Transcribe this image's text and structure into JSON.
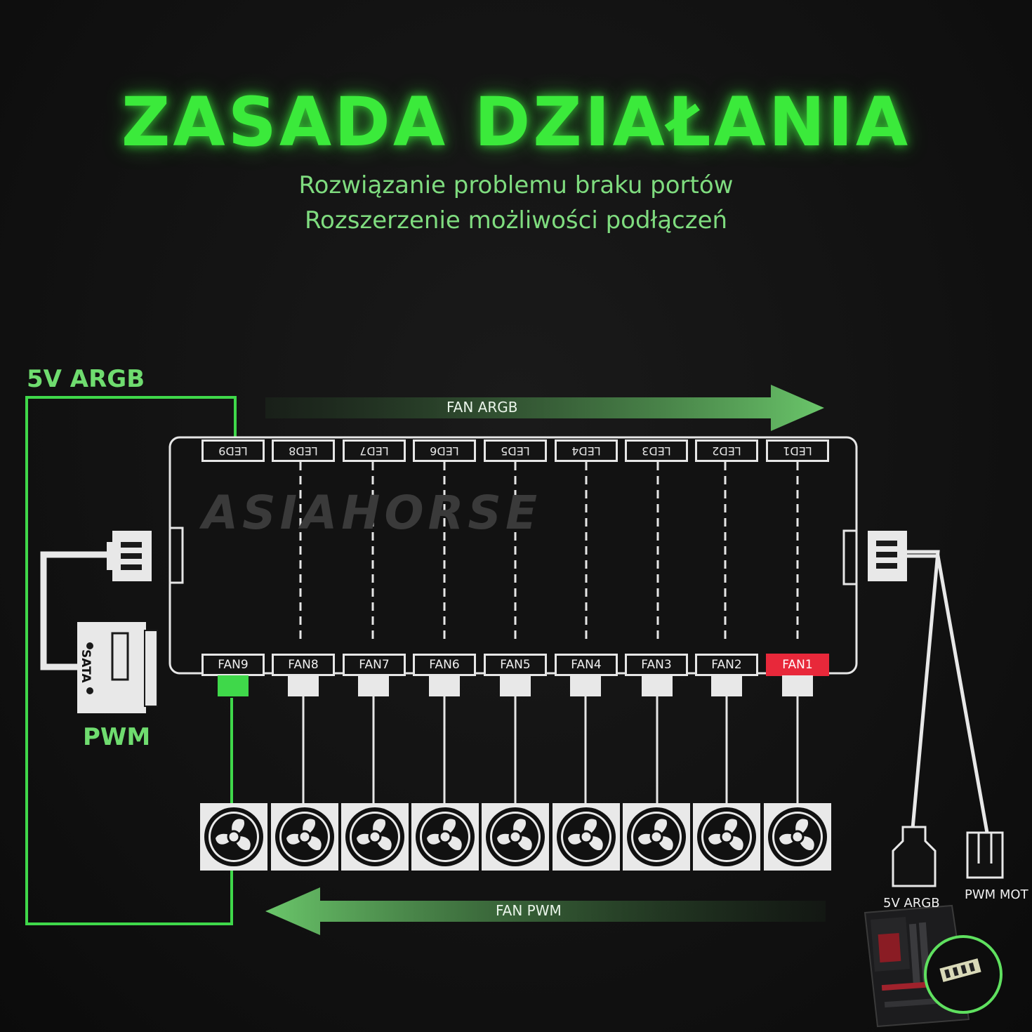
{
  "header": {
    "title": "ZASADA DZIAŁANIA",
    "subtitle_line1": "Rozwiązanie problemu braku portów",
    "subtitle_line2": "Rozszerzenie możliwości podłączeń"
  },
  "diagram": {
    "watermark": "ASIAHORSE",
    "input_argb_label": "5V ARGB",
    "input_pwm_label": "PWM",
    "sata_label": "SATA",
    "arrow_argb_label": "FAN ARGB",
    "arrow_pwm_label": "FAN PWM",
    "led_ports": [
      "LED9",
      "LED8",
      "LED7",
      "LED6",
      "LED5",
      "LED4",
      "LED3",
      "LED2",
      "LED1"
    ],
    "fan_ports": [
      "FAN9",
      "FAN8",
      "FAN7",
      "FAN6",
      "FAN5",
      "FAN4",
      "FAN3",
      "FAN2",
      "FAN1"
    ],
    "motherboard_argb_label": "5V ARGB",
    "motherboard_pwm_label": "PWM MOT",
    "highlight_port_color": "#e8283a",
    "pwm_plug_color": "#3fd84a",
    "accent_color": "#3bea3b"
  }
}
